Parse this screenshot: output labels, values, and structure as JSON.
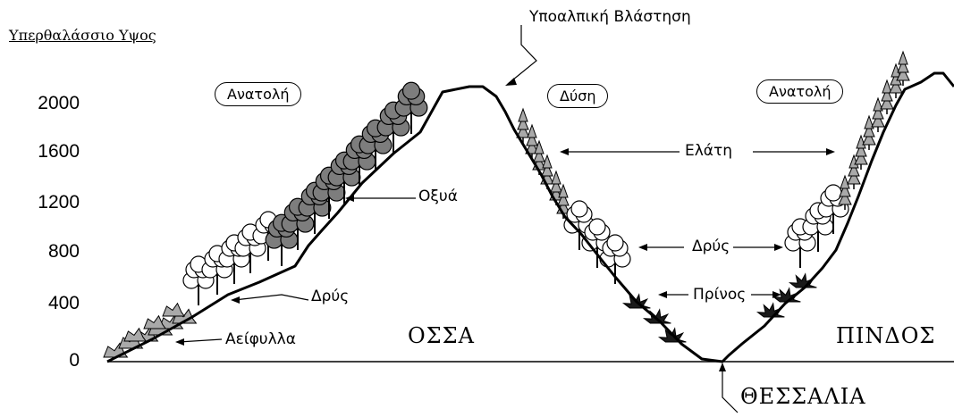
{
  "axis": {
    "title": "Υπερθαλάσσιο Υψος",
    "ticks": [
      "2000",
      "1600",
      "1200",
      "800",
      "400",
      "0"
    ]
  },
  "badges": {
    "east_left": "Ανατολή",
    "west": "Δύση",
    "east_right": "Ανατολή"
  },
  "labels": {
    "subalpine": "Υποαλπική Βλάστηση",
    "fir": "Ελάτη",
    "beech": "Οξυά",
    "oak_left": "Δρύς",
    "oak_right": "Δρύς",
    "evergreen": "Αείφυλλα",
    "holly_oak": "Πρίνος"
  },
  "regions": {
    "ossa": "ΟΣΣΑ",
    "pindos": "ΠΙΝΔΟΣ",
    "thessaly": "ΘΕΣΣΑΛΙΑ"
  },
  "colors": {
    "ink": "#000000",
    "foliage_light": "#ffffff",
    "foliage_mid": "#a9a9a9",
    "foliage_dark": "#7d7d7d",
    "shrub": "#1a1a1a"
  }
}
